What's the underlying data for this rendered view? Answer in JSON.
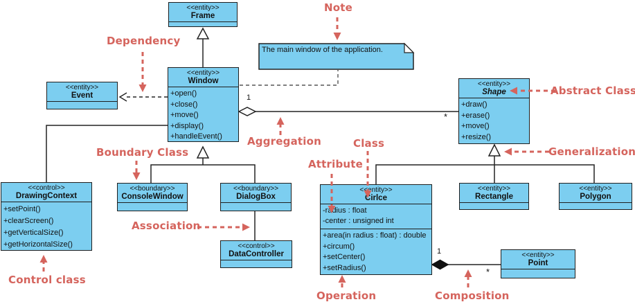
{
  "diagram": {
    "title": "UML class diagram",
    "colors": {
      "class_fill": "#7CCEF0",
      "class_border": "#1E1E1E",
      "connector": "#222222",
      "annotation_red": "#D5645D",
      "note_fill": "#7CCEF0",
      "background": "#FFFFFF"
    },
    "classes": {
      "frame": {
        "stereotype": "<<entity>>",
        "name": "Frame"
      },
      "window": {
        "stereotype": "<<entity>>",
        "name": "Window",
        "operations": [
          "+open()",
          "+close()",
          "+move()",
          "+display()",
          "+handleEvent()"
        ]
      },
      "event": {
        "stereotype": "<<entity>>",
        "name": "Event"
      },
      "shape": {
        "stereotype": "<<entity>>",
        "name": "Shape",
        "abstract": true,
        "operations": [
          "+draw()",
          "+erase()",
          "+move()",
          "+resize()"
        ]
      },
      "drawing_context": {
        "stereotype": "<<control>>",
        "name": "DrawingContext",
        "operations": [
          "+setPoint()",
          "+clearScreen()",
          "+getVerticalSize()",
          "+getHorizontalSize()"
        ]
      },
      "console_window": {
        "stereotype": "<<boundary>>",
        "name": "ConsoleWindow"
      },
      "dialog_box": {
        "stereotype": "<<boundary>>",
        "name": "DialogBox"
      },
      "data_controller": {
        "stereotype": "<<control>>",
        "name": "DataController"
      },
      "circle": {
        "stereotype": "<<entity>>",
        "name": "Cirlce",
        "attributes": [
          "-radius : float",
          "-center : unsigned int"
        ],
        "operations": [
          "+area(in radius : float) : double",
          "+circum()",
          "+setCenter()",
          "+setRadius()"
        ]
      },
      "rectangle": {
        "stereotype": "<<entity>>",
        "name": "Rectangle"
      },
      "polygon": {
        "stereotype": "<<entity>>",
        "name": "Polygon"
      },
      "point": {
        "stereotype": "<<entity>>",
        "name": "Point"
      }
    },
    "note": {
      "text": "The main window of the application."
    },
    "annotations": {
      "note": "Note",
      "dependency": "Dependency",
      "abstract_class": "Abstract Class",
      "aggregation": "Aggregation",
      "generalization": "Generalization",
      "boundary_class": "Boundary Class",
      "class_label": "Class",
      "attribute": "Attribute",
      "association": "Association",
      "control_class": "Control class",
      "operation": "Operation",
      "composition": "Composition"
    },
    "multiplicities": {
      "aggregation_window": "1",
      "aggregation_shape": "*",
      "composition_circle": "1",
      "composition_point": "*"
    }
  }
}
